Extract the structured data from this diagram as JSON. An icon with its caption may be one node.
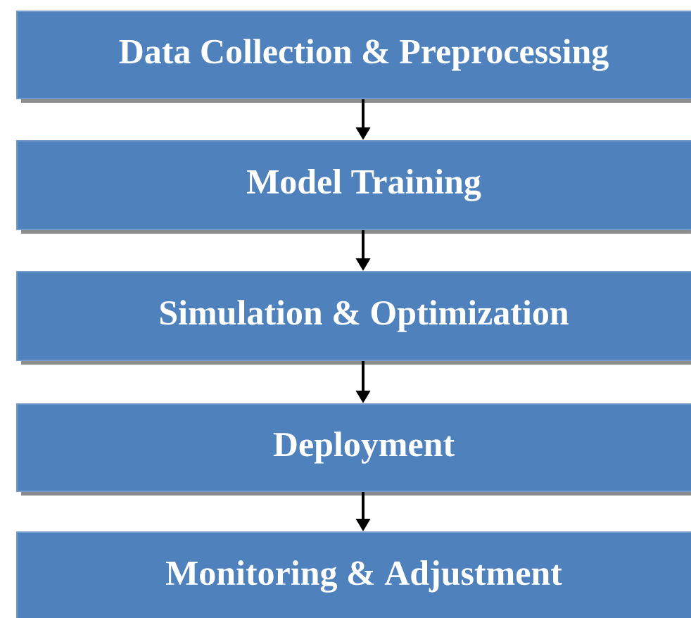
{
  "diagram": {
    "nodes": [
      {
        "text": [
          "Data Collection & Preprocessing"
        ]
      },
      {
        "text": [
          "Model Training"
        ]
      },
      {
        "text": [
          "Simulation & Optimization"
        ]
      },
      {
        "text": [
          "Deployment"
        ]
      },
      {
        "text": [
          "Monitoring & Adjustment"
        ]
      }
    ],
    "edges": [
      {
        "from": 0,
        "to": 1,
        "arrow": "to"
      },
      {
        "from": 1,
        "to": 2,
        "arrow": "to"
      },
      {
        "from": 2,
        "to": 3,
        "arrow": "to"
      },
      {
        "from": 3,
        "to": 4,
        "arrow": "to"
      }
    ]
  }
}
